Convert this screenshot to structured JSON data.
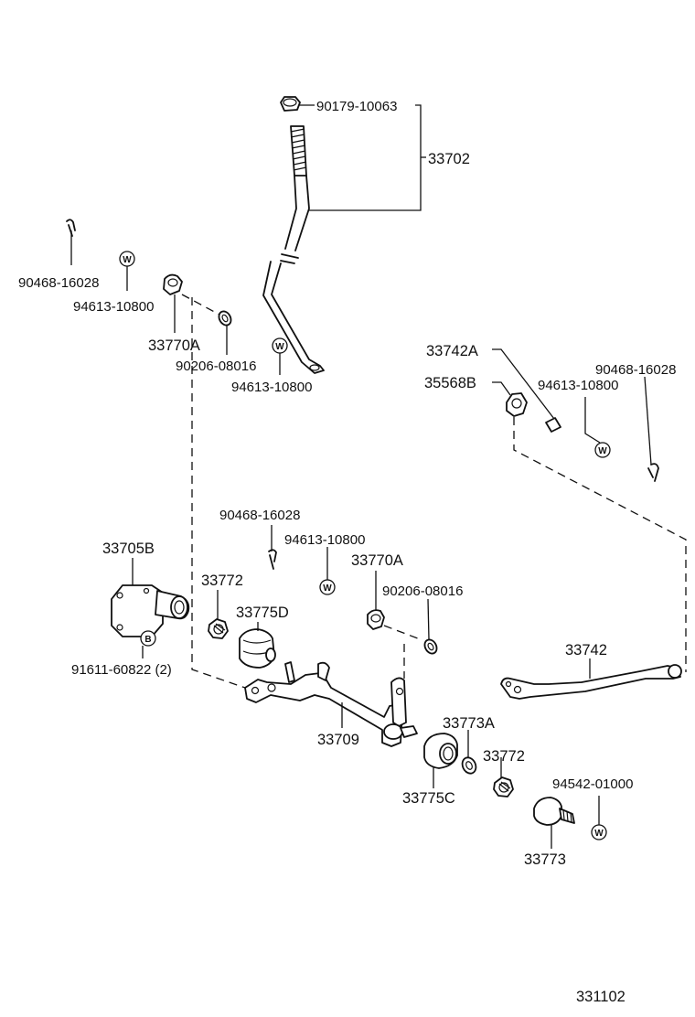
{
  "labels": {
    "p_90179_10063": "90179-10063",
    "p_33702": "33702",
    "p_90468_16028_a": "90468-16028",
    "p_94613_10800_a": "94613-10800",
    "p_33770A_a": "33770A",
    "p_90206_08016_a": "90206-08016",
    "p_94613_10800_b": "94613-10800",
    "p_33742A": "33742A",
    "p_35568B": "35568B",
    "p_94613_10800_c": "94613-10800",
    "p_90468_16028_b": "90468-16028",
    "p_90468_16028_c": "90468-16028",
    "p_94613_10800_d": "94613-10800",
    "p_33770A_b": "33770A",
    "p_90206_08016_b": "90206-08016",
    "p_33705B": "33705B",
    "p_33772_a": "33772",
    "p_33775D": "33775D",
    "p_91611_60822": "91611-60822 (2)",
    "p_33742": "33742",
    "p_33709": "33709",
    "p_33773A": "33773A",
    "p_33772_b": "33772",
    "p_33775C": "33775C",
    "p_94542_01000": "94542-01000",
    "p_33773": "33773"
  },
  "symbols": {
    "w": "W",
    "b": "B"
  },
  "figure_number": "331102"
}
